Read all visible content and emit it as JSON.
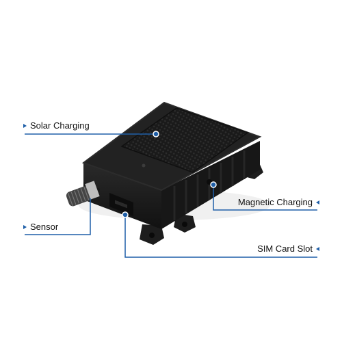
{
  "callouts": {
    "solar": {
      "label": "Solar Charging"
    },
    "sensor": {
      "label": "Sensor"
    },
    "magnetic": {
      "label": "Magnetic Charging"
    },
    "sim": {
      "label": "SIM Card Slot"
    }
  },
  "colors": {
    "leader": "#1f5fa8",
    "device_body": "#1c1c1c",
    "device_edge": "#2c2c2c",
    "background": "#ffffff"
  },
  "icons": {
    "left_pointer": "triangle-right-icon",
    "right_pointer": "triangle-left-icon"
  }
}
